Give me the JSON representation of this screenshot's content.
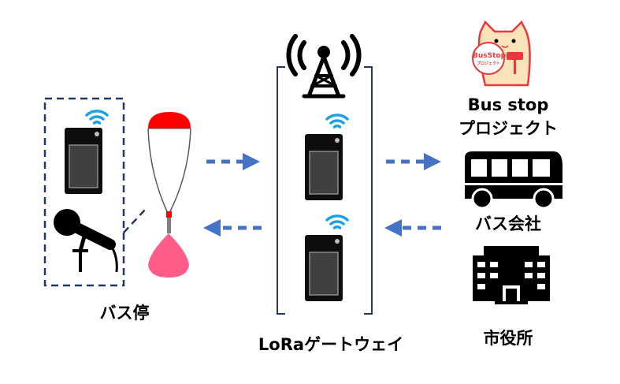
{
  "labels": {
    "bus_stop": "バス停",
    "gateway": "LoRaゲートウェイ",
    "project_line1": "Bus stop",
    "project_line2": "プロジェクト",
    "bus_company": "バス会社",
    "city_hall": "市役所"
  },
  "mascot": {
    "badge_line1": "BusStop",
    "badge_line2": "プロジェクト"
  },
  "colors": {
    "arrow": "#4472c4",
    "dashed_box": "#1f3864",
    "wifi": "#1ba1e2",
    "float_top": "#ff0000",
    "weight": "#ff5c8a",
    "mascot_fill": "#fbe3b9",
    "mascot_outline": "#e8383d"
  },
  "icons": [
    "wifi-icon",
    "sensor-device",
    "microphone-icon",
    "float-icon",
    "radio-tower-icon",
    "bus-icon",
    "building-icon",
    "mascot-logo"
  ]
}
